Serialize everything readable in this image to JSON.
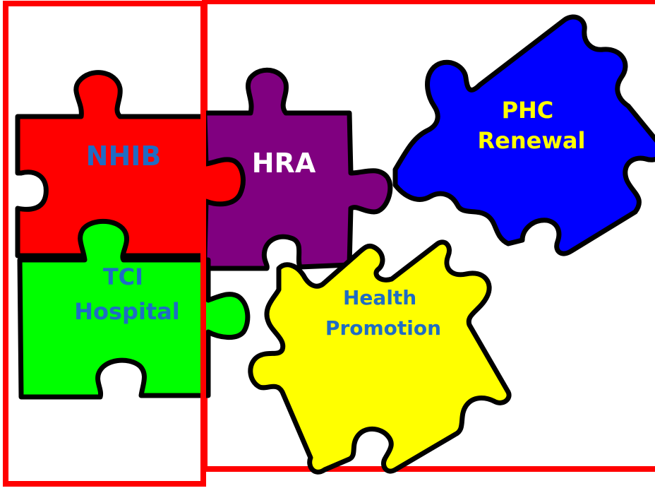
{
  "pieces": [
    {
      "id": "nhib",
      "lines": [
        "NHIB"
      ],
      "fill": "#ff0000",
      "text_color": "#1f6cc4"
    },
    {
      "id": "hra",
      "lines": [
        "HRA"
      ],
      "fill": "#800080",
      "text_color": "#ffffff"
    },
    {
      "id": "phc",
      "lines": [
        "PHC",
        "Renewal"
      ],
      "fill": "#0000ff",
      "text_color": "#ffff00"
    },
    {
      "id": "tci",
      "lines": [
        "TCI",
        "Hospital"
      ],
      "fill": "#00ff00",
      "text_color": "#1f6cc4"
    },
    {
      "id": "health",
      "lines": [
        "Health",
        "Promotion"
      ],
      "fill": "#ffff00",
      "text_color": "#1f6cc4"
    }
  ],
  "frame_color": "#ff0000"
}
